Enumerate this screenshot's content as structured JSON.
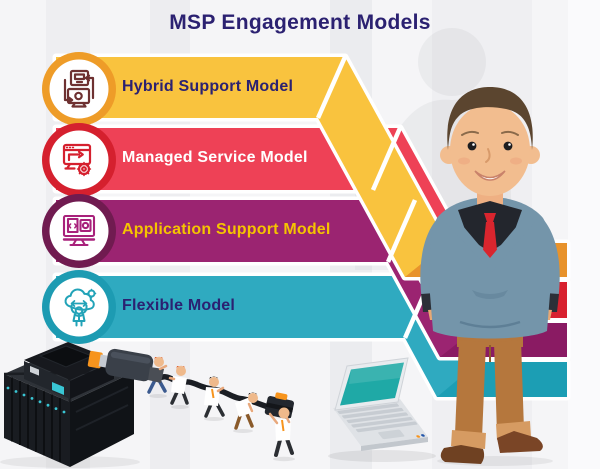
{
  "title": {
    "text": "MSP Engagement Models",
    "color": "#2B2171"
  },
  "banners": [
    {
      "label": "Hybrid Support Model",
      "icon": "devices-sync-icon",
      "bar_color": "#F9C33E",
      "ring_color": "#EE9C28",
      "strip_color": "#E8932C",
      "label_color": "#2B2171",
      "icon_color": "#6E3131"
    },
    {
      "label": "Managed Service Model",
      "icon": "monitor-arrow-gear-icon",
      "bar_color": "#EE4156",
      "ring_color": "#D5202E",
      "strip_color": "#D8222F",
      "label_color": "#FFFFFF",
      "icon_color": "#D5202E"
    },
    {
      "label": "Application Support Model",
      "icon": "monitor-code-gear-icon",
      "bar_color": "#9B2471",
      "ring_color": "#701B50",
      "strip_color": "#8A1B63",
      "label_color": "#F5C400",
      "icon_color": "#A8217B"
    },
    {
      "label": "Flexible Model",
      "icon": "cloud-flex-person-icon",
      "bar_color": "#2FAAC0",
      "ring_color": "#1D9BB2",
      "strip_color": "#1C9EB4",
      "label_color": "#2B2171",
      "icon_color": "#22A3B8"
    }
  ],
  "illustrations": {
    "man": {
      "name": "it-professional-cartoon",
      "sweater": "#7495AA",
      "tie": "#D9252E",
      "pants": "#B5773D",
      "skin": "#F2BD8F",
      "hair": "#5B452F"
    },
    "server": {
      "name": "server-rack-isometric",
      "accent": "#39C6D4",
      "body": "#191C21"
    },
    "team": {
      "name": "people-pulling-network-cable",
      "cable_color": "#1B1E24",
      "plug_accent": "#F7941D"
    },
    "laptop": {
      "name": "laptop-isometric",
      "screen_color": "#1FA9A6"
    }
  }
}
